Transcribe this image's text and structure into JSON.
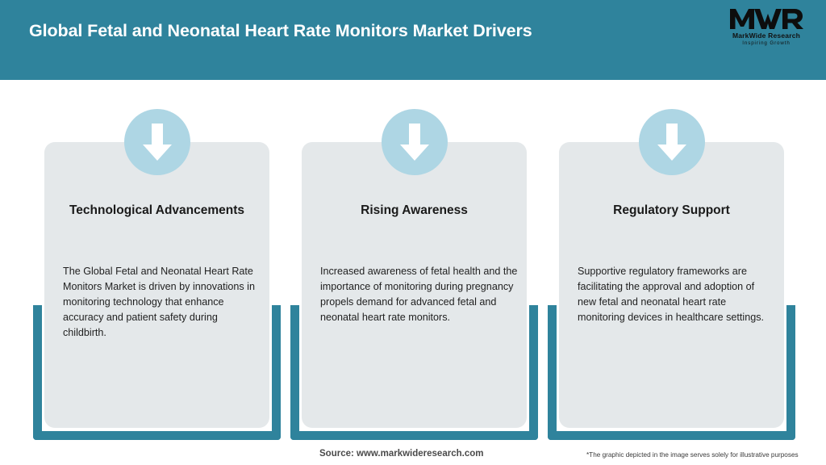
{
  "header": {
    "title": "Global Fetal and Neonatal Heart Rate Monitors Market Drivers",
    "background_color": "#2f839c",
    "title_color": "#ffffff"
  },
  "logo": {
    "mark": "MWR",
    "name": "MarkWide Research",
    "tagline": "Inspiring Growth"
  },
  "cards": [
    {
      "icon": "down-arrow-icon",
      "title": "Technological Advancements",
      "body": "The Global Fetal and Neonatal Heart Rate Monitors Market is driven by innovations in monitoring technology that enhance accuracy and patient safety during childbirth."
    },
    {
      "icon": "down-arrow-icon",
      "title": "Rising Awareness",
      "body": "Increased awareness of fetal health and the importance of monitoring during pregnancy propels demand for advanced fetal and neonatal heart rate monitors."
    },
    {
      "icon": "down-arrow-icon",
      "title": "Regulatory Support",
      "body": "Supportive regulatory frameworks are facilitating the approval and adoption of new fetal and neonatal heart rate monitoring devices in healthcare settings."
    }
  ],
  "footer": {
    "source": "Source: www.markwideresearch.com",
    "note": "*The graphic depicted in the image serves solely for illustrative purposes"
  },
  "colors": {
    "teal": "#2f839c",
    "badge_blue": "#aed6e4",
    "panel_gray": "#e4e8ea",
    "page_background": "#ffffff"
  }
}
